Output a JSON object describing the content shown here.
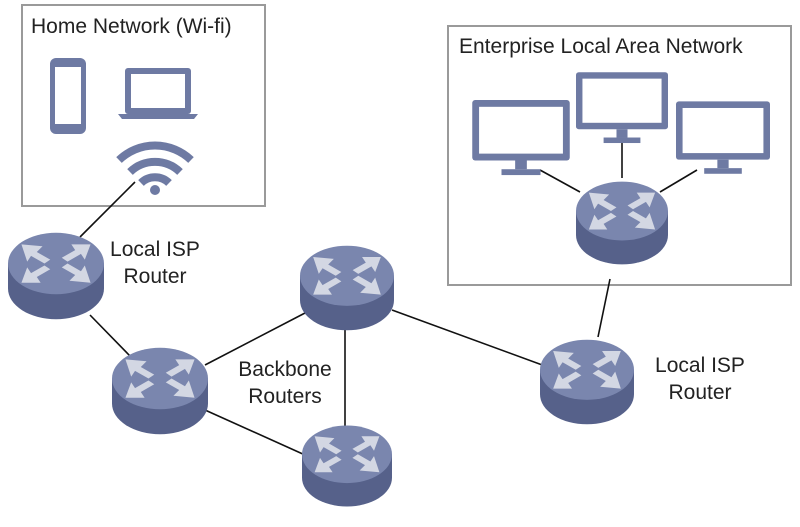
{
  "home_network": {
    "title": "Home Network (Wi-fi)",
    "devices": [
      "phone-icon",
      "laptop-icon",
      "wifi-icon"
    ]
  },
  "enterprise_network": {
    "title": "Enterprise Local Area Network",
    "devices": [
      "monitor-icon",
      "monitor-icon",
      "monitor-icon",
      "router-icon"
    ]
  },
  "labels": {
    "local_isp_left_line1": "Local ISP",
    "local_isp_left_line2": "Router",
    "backbone_line1": "Backbone",
    "backbone_line2": "Routers",
    "local_isp_right_line1": "Local ISP",
    "local_isp_right_line2": "Router"
  },
  "colors": {
    "device": "#6e7aa3",
    "device_top": "#7a86ae",
    "device_side": "#56618a",
    "arrow": "#d3d7e3",
    "box_border": "#9a9a9a",
    "link": "#111111"
  }
}
